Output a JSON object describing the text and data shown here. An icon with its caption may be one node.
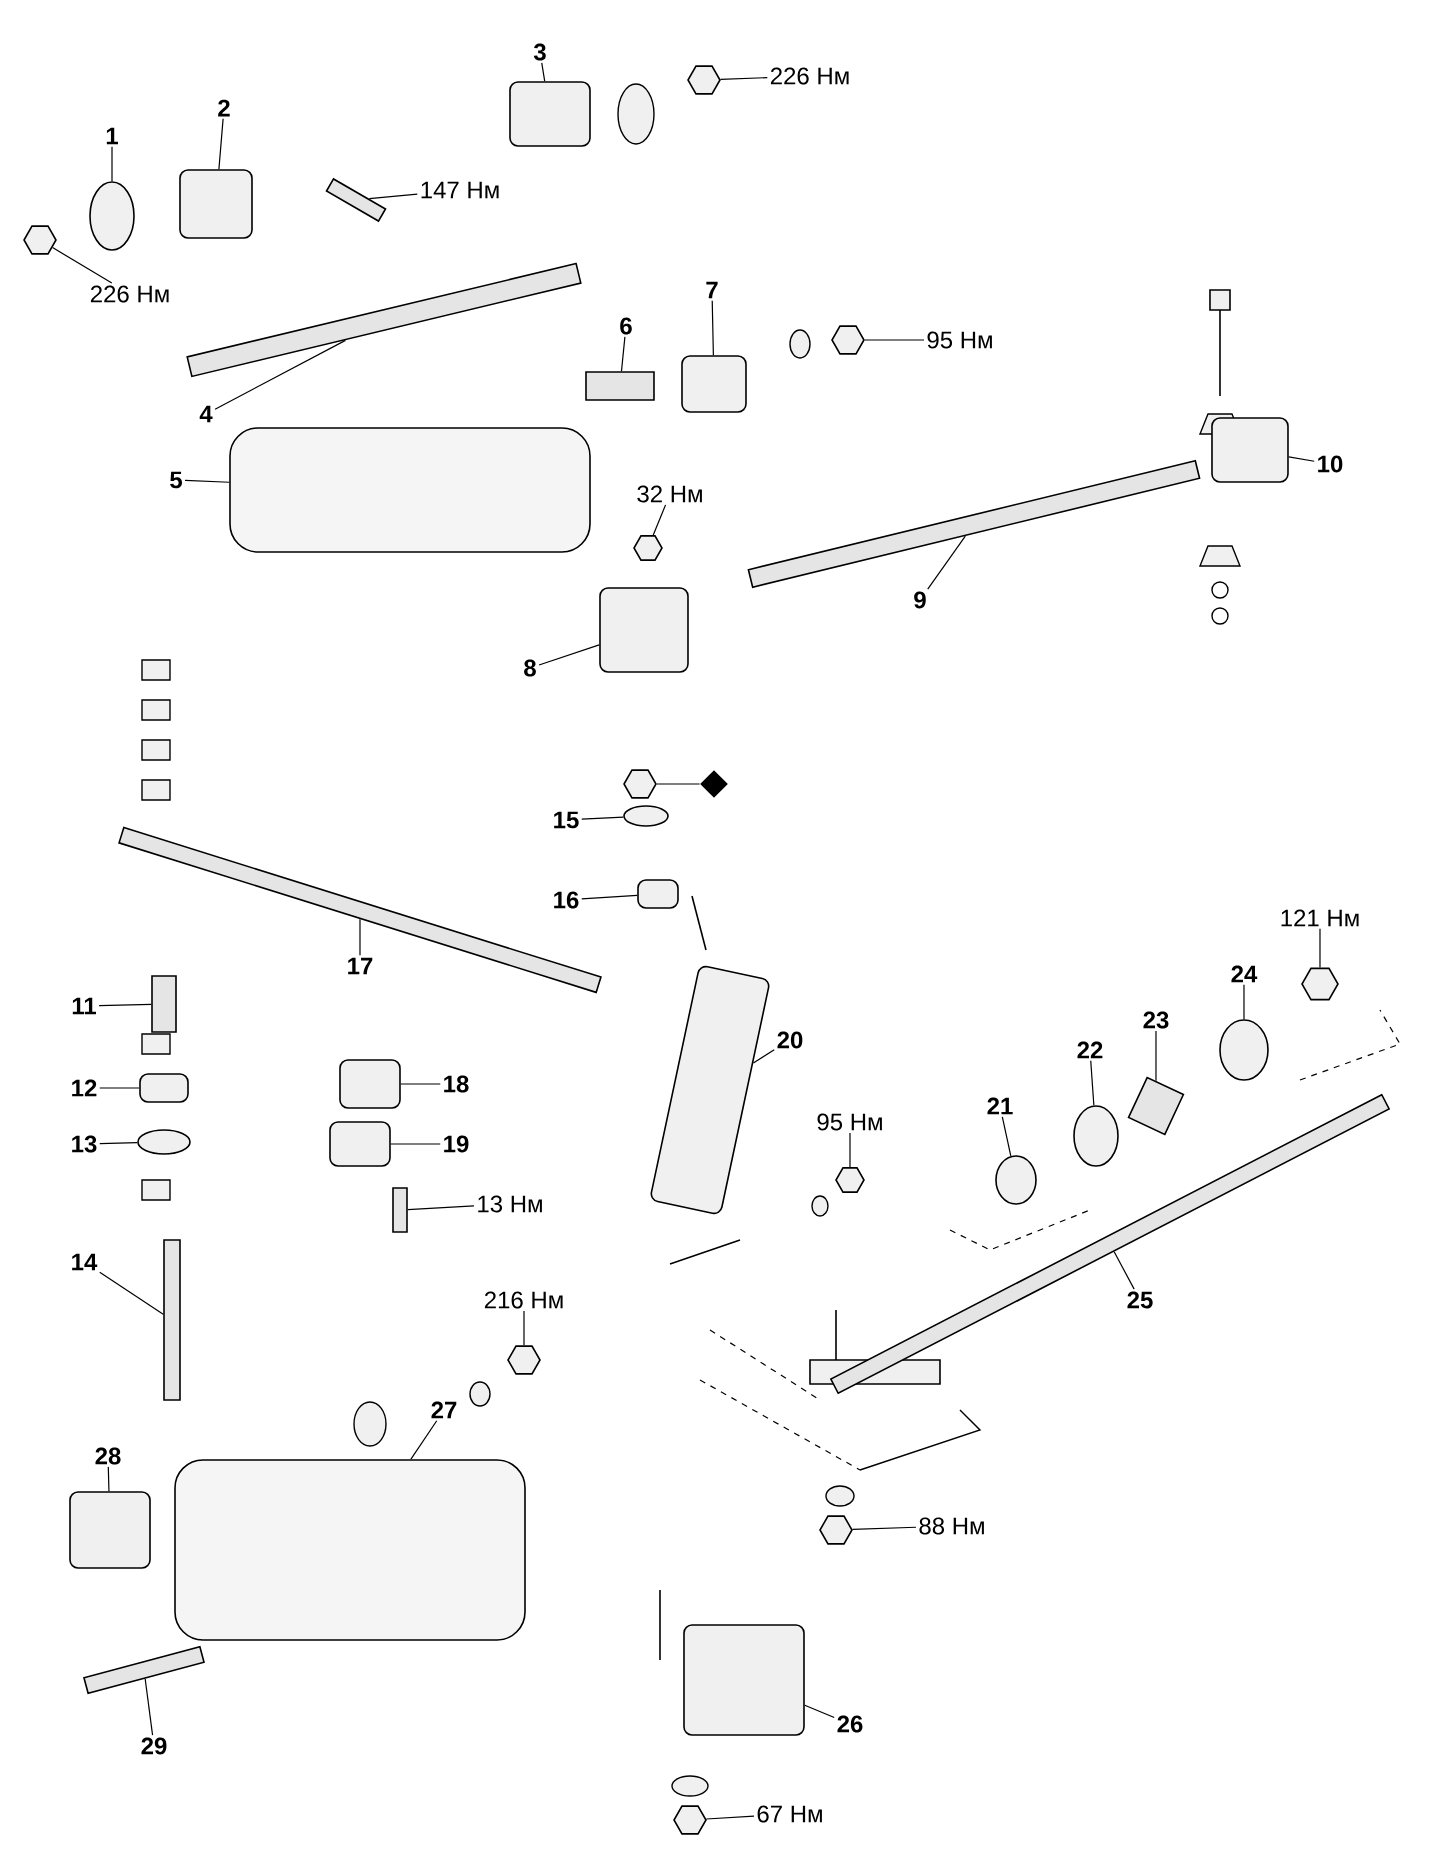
{
  "diagram": {
    "nodes": [
      {
        "text": [
          "1"
        ]
      },
      {
        "text": [],
        "shape": "circle"
      },
      {
        "text": [
          "2"
        ]
      },
      {
        "text": [],
        "shape": "box"
      },
      {
        "text": [
          "3"
        ]
      },
      {
        "text": [],
        "shape": "box"
      },
      {
        "text": [
          "4"
        ]
      },
      {
        "text": [],
        "shape": "bar"
      },
      {
        "text": [
          "5"
        ]
      },
      {
        "text": [],
        "shape": "box"
      },
      {
        "text": [
          "6"
        ]
      },
      {
        "text": [],
        "shape": "bar"
      },
      {
        "text": [
          "7"
        ]
      },
      {
        "text": [],
        "shape": "box"
      },
      {
        "text": [
          "8"
        ]
      },
      {
        "text": [],
        "shape": "box"
      },
      {
        "text": [
          "9"
        ]
      },
      {
        "text": [],
        "shape": "bar"
      },
      {
        "text": [
          "10"
        ]
      },
      {
        "text": [],
        "shape": "box"
      },
      {
        "text": [
          "11"
        ]
      },
      {
        "text": [],
        "shape": "bar"
      },
      {
        "text": [
          "12"
        ]
      },
      {
        "text": [],
        "shape": "box"
      },
      {
        "text": [
          "13"
        ]
      },
      {
        "text": [],
        "shape": "circle"
      },
      {
        "text": [
          "14"
        ]
      },
      {
        "text": [],
        "shape": "bar"
      },
      {
        "text": [
          "15"
        ]
      },
      {
        "text": [],
        "shape": "circle"
      },
      {
        "text": [
          "16"
        ]
      },
      {
        "text": [],
        "shape": "box"
      },
      {
        "text": [
          "17"
        ]
      },
      {
        "text": [],
        "shape": "bar"
      },
      {
        "text": [
          "18"
        ]
      },
      {
        "text": [],
        "shape": "box"
      },
      {
        "text": [
          "19"
        ]
      },
      {
        "text": [],
        "shape": "box"
      },
      {
        "text": [
          "20"
        ]
      },
      {
        "text": [],
        "shape": "box"
      },
      {
        "text": [
          "21"
        ]
      },
      {
        "text": [],
        "shape": "circle"
      },
      {
        "text": [
          "22"
        ]
      },
      {
        "text": [],
        "shape": "circle"
      },
      {
        "text": [
          "23"
        ]
      },
      {
        "text": [],
        "shape": "bar"
      },
      {
        "text": [
          "24"
        ]
      },
      {
        "text": [],
        "shape": "circle"
      },
      {
        "text": [
          "25"
        ]
      },
      {
        "text": [],
        "shape": "bar"
      },
      {
        "text": [
          "26"
        ]
      },
      {
        "text": [],
        "shape": "box"
      },
      {
        "text": [
          "27"
        ]
      },
      {
        "text": [],
        "shape": "box"
      },
      {
        "text": [
          "28"
        ]
      },
      {
        "text": [],
        "shape": "box"
      },
      {
        "text": [
          "29"
        ]
      },
      {
        "text": [],
        "shape": "bar"
      },
      {
        "text": [
          "226 Нм"
        ]
      },
      {
        "text": [],
        "shape": "picture"
      },
      {
        "text": [
          "226 Нм"
        ]
      },
      {
        "text": [],
        "shape": "picture"
      },
      {
        "text": [
          "147 Нм"
        ]
      },
      {
        "text": [],
        "shape": "bar"
      },
      {
        "text": [
          "95 Нм"
        ]
      },
      {
        "text": [],
        "shape": "picture"
      },
      {
        "text": [
          "32 Нм"
        ]
      },
      {
        "text": [],
        "shape": "picture"
      },
      {
        "text": [
          "121 Нм"
        ]
      },
      {
        "text": [],
        "shape": "picture"
      },
      {
        "text": [
          "95 Нм"
        ]
      },
      {
        "text": [],
        "shape": "picture"
      },
      {
        "text": [
          "13 Нм"
        ]
      },
      {
        "text": [],
        "shape": "bar"
      },
      {
        "text": [
          "216 Нм"
        ]
      },
      {
        "text": [],
        "shape": "picture"
      },
      {
        "text": [
          "88 Нм"
        ]
      },
      {
        "text": [],
        "shape": "picture"
      },
      {
        "text": [
          "67 Нм"
        ]
      },
      {
        "text": [],
        "shape": "picture"
      },
      {
        "text": [],
        "shape": "picture"
      },
      {
        "text": [],
        "shape": "diamond"
      }
    ],
    "edges": [
      {
        "from": 0,
        "to": 1,
        "arrow": "none"
      },
      {
        "from": 2,
        "to": 3,
        "arrow": "none"
      },
      {
        "from": 4,
        "to": 5,
        "arrow": "none"
      },
      {
        "from": 6,
        "to": 7,
        "arrow": "none"
      },
      {
        "from": 8,
        "to": 9,
        "arrow": "none"
      },
      {
        "from": 10,
        "to": 11,
        "arrow": "none"
      },
      {
        "from": 12,
        "to": 13,
        "arrow": "none"
      },
      {
        "from": 14,
        "to": 15,
        "arrow": "none"
      },
      {
        "from": 16,
        "to": 17,
        "arrow": "none"
      },
      {
        "from": 18,
        "to": 19,
        "arrow": "none"
      },
      {
        "from": 20,
        "to": 21,
        "arrow": "none"
      },
      {
        "from": 22,
        "to": 23,
        "arrow": "none"
      },
      {
        "from": 24,
        "to": 25,
        "arrow": "none"
      },
      {
        "from": 26,
        "to": 27,
        "arrow": "none"
      },
      {
        "from": 28,
        "to": 29,
        "arrow": "none"
      },
      {
        "from": 30,
        "to": 31,
        "arrow": "none"
      },
      {
        "from": 32,
        "to": 33,
        "arrow": "none"
      },
      {
        "from": 34,
        "to": 35,
        "arrow": "none"
      },
      {
        "from": 36,
        "to": 37,
        "arrow": "none"
      },
      {
        "from": 38,
        "to": 39,
        "arrow": "none"
      },
      {
        "from": 40,
        "to": 41,
        "arrow": "none"
      },
      {
        "from": 42,
        "to": 43,
        "arrow": "none"
      },
      {
        "from": 44,
        "to": 45,
        "arrow": "none"
      },
      {
        "from": 46,
        "to": 47,
        "arrow": "none"
      },
      {
        "from": 48,
        "to": 49,
        "arrow": "none"
      },
      {
        "from": 50,
        "to": 51,
        "arrow": "none"
      },
      {
        "from": 52,
        "to": 53,
        "arrow": "none"
      },
      {
        "from": 54,
        "to": 55,
        "arrow": "none"
      },
      {
        "from": 56,
        "to": 57,
        "arrow": "none"
      },
      {
        "from": 58,
        "to": 59,
        "arrow": "none"
      },
      {
        "from": 60,
        "to": 61,
        "arrow": "none"
      },
      {
        "from": 62,
        "to": 63,
        "arrow": "none"
      },
      {
        "from": 64,
        "to": 65,
        "arrow": "none"
      },
      {
        "from": 66,
        "to": 67,
        "arrow": "none"
      },
      {
        "from": 68,
        "to": 69,
        "arrow": "none"
      },
      {
        "from": 70,
        "to": 71,
        "arrow": "none"
      },
      {
        "from": 72,
        "to": 73,
        "arrow": "none"
      },
      {
        "from": 74,
        "to": 75,
        "arrow": "none"
      },
      {
        "from": 76,
        "to": 77,
        "arrow": "none"
      },
      {
        "from": 78,
        "to": 79,
        "arrow": "none"
      },
      {
        "from": 80,
        "to": 81,
        "arrow": "none"
      }
    ]
  }
}
